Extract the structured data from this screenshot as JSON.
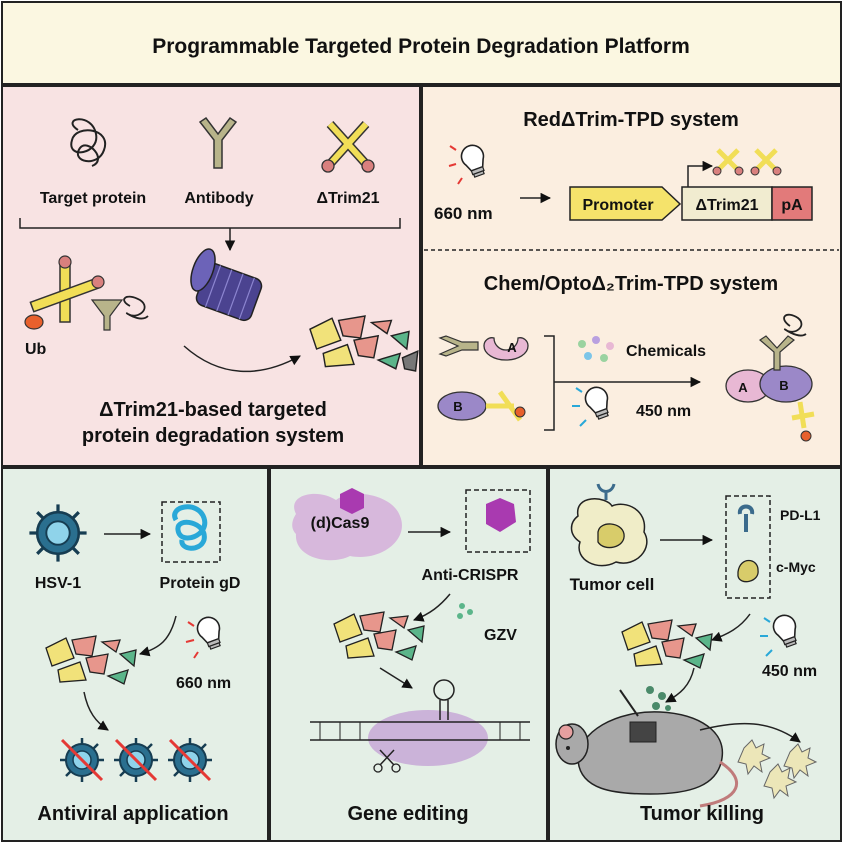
{
  "header": {
    "title": "Programmable Targeted  Protein Degradation Platform"
  },
  "system_panel": {
    "target_label": "Target protein",
    "antibody_label": "Antibody",
    "trim_label": "ΔTrim21",
    "ub_label": "Ub",
    "caption_line1": "ΔTrim21-based targeted",
    "caption_line2": "protein degradation system"
  },
  "red_panel": {
    "title": "RedΔTrim-TPD system",
    "wavelength": "660 nm",
    "promoter": "Promoter",
    "gene": "ΔTrim21",
    "pa": "pA"
  },
  "chemopto_panel": {
    "title": "Chem/OptoΔ₂Trim-TPD system",
    "chemicals": "Chemicals",
    "wavelength": "450 nm",
    "a": "A",
    "b": "B"
  },
  "antiviral_panel": {
    "virus": "HSV-1",
    "protein": "Protein gD",
    "wavelength": "660 nm",
    "caption": "Antiviral application"
  },
  "gene_panel": {
    "cas9": "(d)Cas9",
    "anticrispr": "Anti-CRISPR",
    "gzv": "GZV",
    "caption": "Gene editing"
  },
  "tumor_panel": {
    "cell": "Tumor cell",
    "pdl1": "PD-L1",
    "cmyc": "c-Myc",
    "wavelength": "450 nm",
    "caption": "Tumor killing"
  },
  "colors": {
    "header_bg": "#fbf7e1",
    "system_bg": "#f8e3e3",
    "red_bg": "#fbeee0",
    "bottom_bg": "#e4efe6",
    "fragment_yellow": "#f1e27a",
    "fragment_pink": "#e7968c",
    "fragment_green": "#5bb58a",
    "antibody": "#b8b48a",
    "trim_yellow": "#f1de57",
    "light_red": "#e53935",
    "light_blue": "#29a8d8",
    "promoter": "#f5e36b",
    "pa": "#e27a7a"
  }
}
